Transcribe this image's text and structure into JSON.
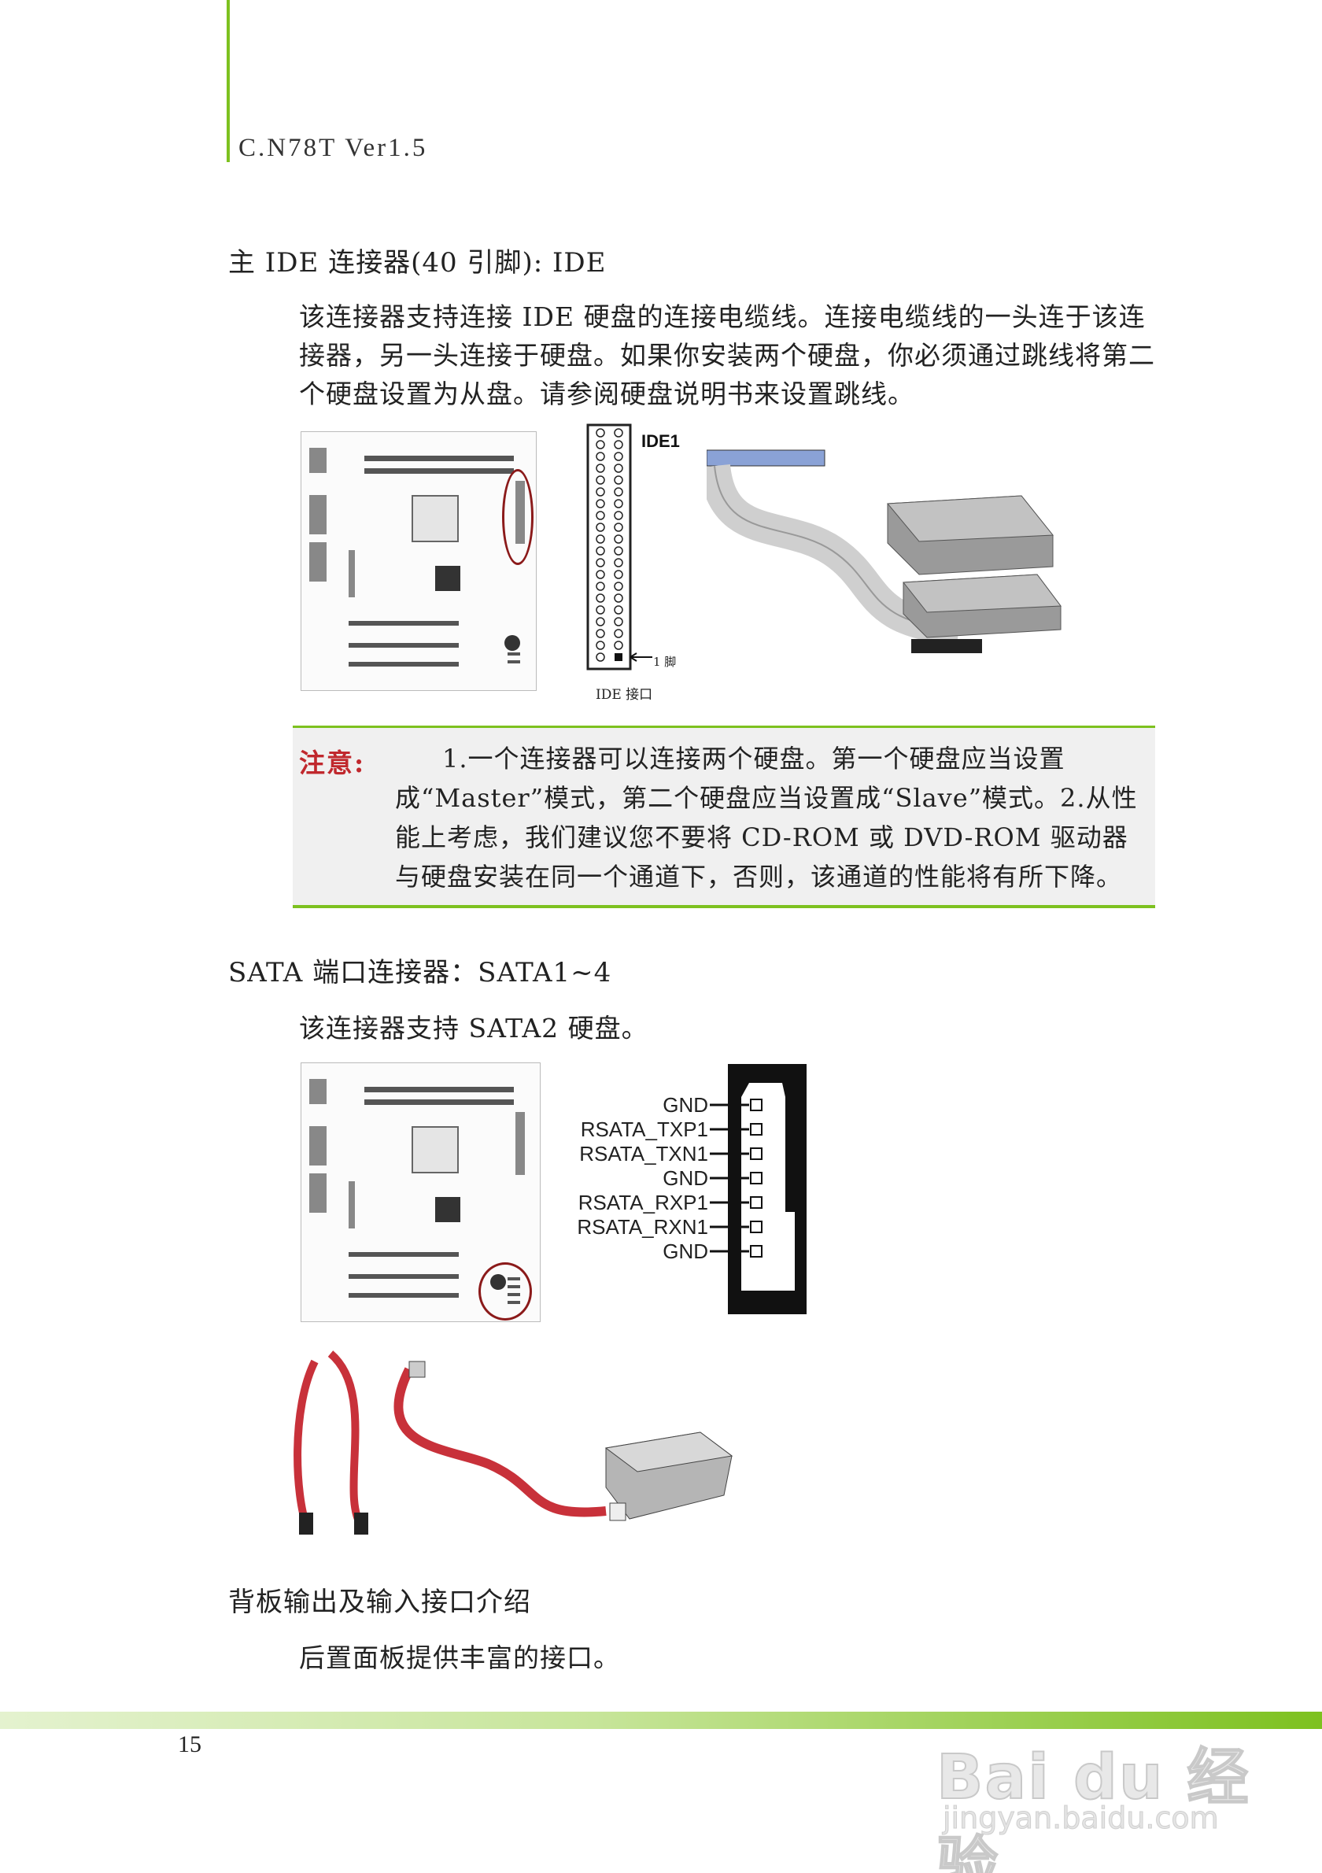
{
  "header": {
    "model": "C.N78T Ver1.5"
  },
  "section1": {
    "title": "主 IDE 连接器(40 引脚): IDE",
    "paragraph": "该连接器支持连接 IDE 硬盘的连接电缆线。连接电缆线的一头连于该连接器，另一头连接于硬盘。如果你安装两个硬盘，你必须通过跳线将第二个硬盘设置为从盘。请参阅硬盘说明书来设置跳线。",
    "diagram": {
      "header_label": "IDE1",
      "pin1_label": "1 脚",
      "caption": "IDE 接口"
    }
  },
  "note": {
    "label": "注意:",
    "text": "1.一个连接器可以连接两个硬盘。第一个硬盘应当设置成“Master”模式，第二个硬盘应当设置成“Slave”模式。2.从性能上考虑，我们建议您不要将 CD-ROM 或 DVD-ROM 驱动器与硬盘安装在同一个通道下，否则，该通道的性能将有所下降。"
  },
  "section2": {
    "title": "SATA 端口连接器：SATA1~4",
    "paragraph": "该连接器支持 SATA2 硬盘。",
    "pins": [
      "GND",
      "RSATA_TXP1",
      "RSATA_TXN1",
      "GND",
      "RSATA_RXP1",
      "RSATA_RXN1",
      "GND"
    ]
  },
  "section3": {
    "title": "背板输出及输入接口介绍",
    "paragraph": "后置面板提供丰富的接口。"
  },
  "footer": {
    "page_number": "15"
  },
  "watermark": {
    "logo": "Bai du 经验",
    "url": "jingyan.baidu.com"
  },
  "colors": {
    "accent_green": "#7dc11f",
    "note_red": "#c0282d",
    "sata_cable_red": "#c8313a"
  }
}
